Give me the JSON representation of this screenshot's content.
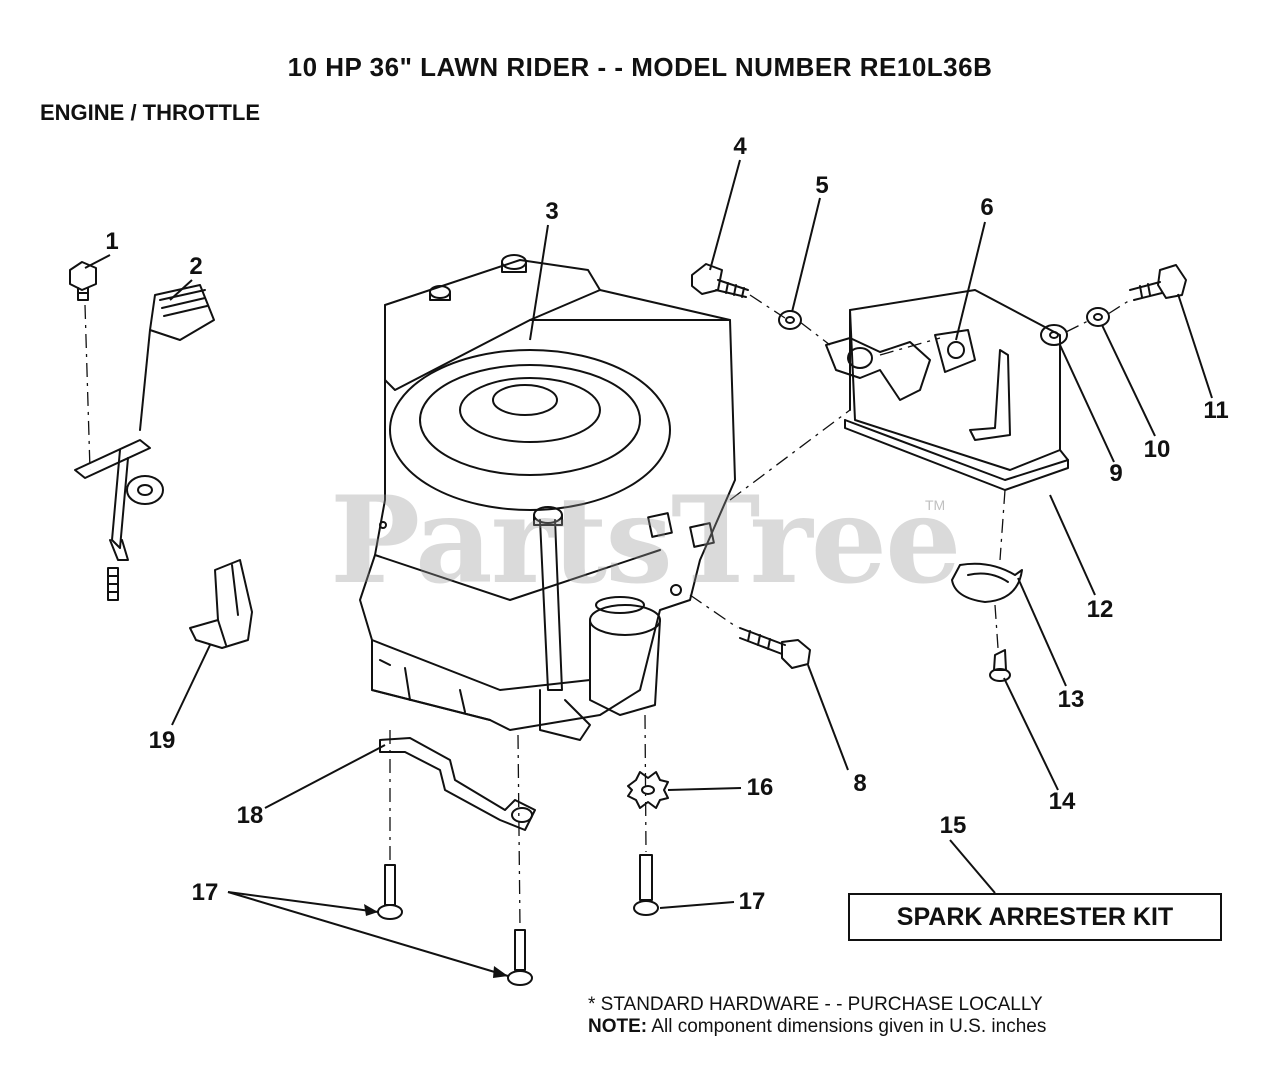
{
  "header": {
    "title": "10 HP 36\" LAWN RIDER - - MODEL NUMBER RE10L36B",
    "section": "ENGINE / THROTTLE"
  },
  "callouts": [
    {
      "id": "1",
      "label": "1"
    },
    {
      "id": "2",
      "label": "2"
    },
    {
      "id": "3",
      "label": "3"
    },
    {
      "id": "4",
      "label": "4"
    },
    {
      "id": "5",
      "label": "5"
    },
    {
      "id": "6",
      "label": "6"
    },
    {
      "id": "8",
      "label": "8"
    },
    {
      "id": "9",
      "label": "9"
    },
    {
      "id": "10",
      "label": "10"
    },
    {
      "id": "11",
      "label": "11"
    },
    {
      "id": "12",
      "label": "12"
    },
    {
      "id": "13",
      "label": "13"
    },
    {
      "id": "14",
      "label": "14"
    },
    {
      "id": "15",
      "label": "15"
    },
    {
      "id": "16",
      "label": "16"
    },
    {
      "id": "17a",
      "label": "17"
    },
    {
      "id": "17b",
      "label": "17"
    },
    {
      "id": "18",
      "label": "18"
    },
    {
      "id": "19",
      "label": "19"
    }
  ],
  "kit": {
    "label": "SPARK ARRESTER KIT"
  },
  "footer": {
    "hardware_note": "* STANDARD HARDWARE - - PURCHASE LOCALLY",
    "note_label": "NOTE:",
    "note_text": "All component dimensions given in U.S. inches"
  },
  "watermark": {
    "text": "PartsTree",
    "mark": "TM"
  }
}
